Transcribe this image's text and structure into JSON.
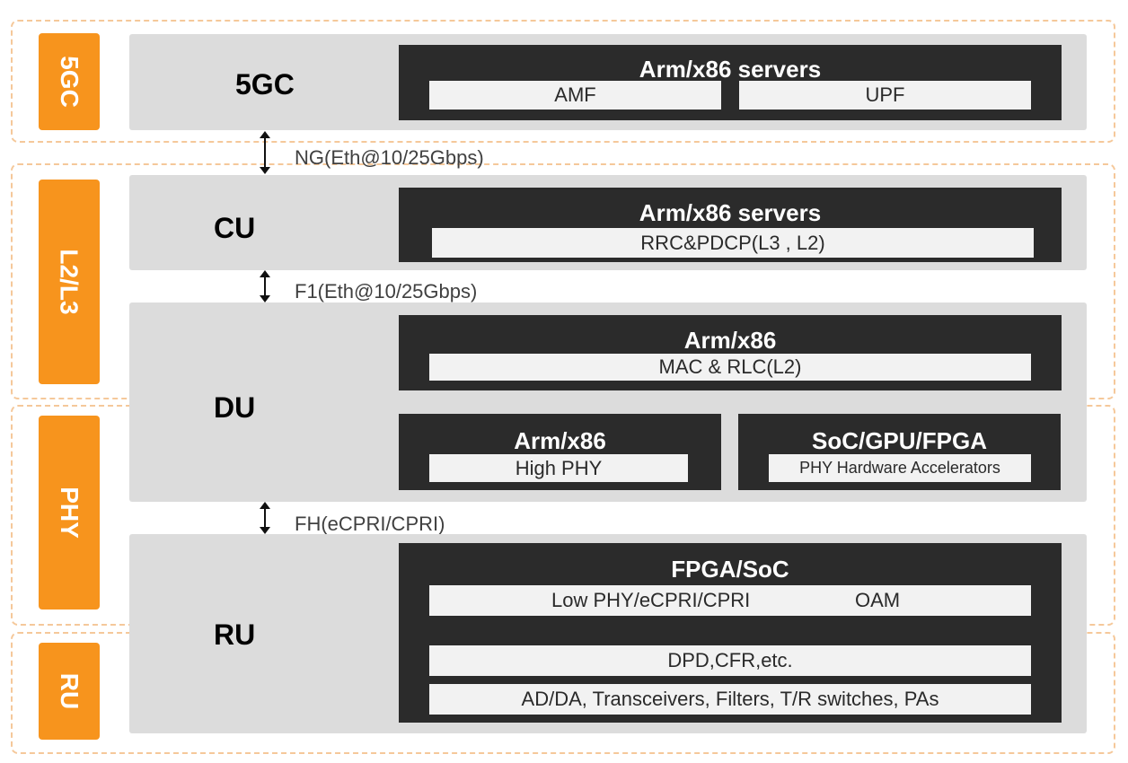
{
  "layers": {
    "fivegc": "5GC",
    "l2l3": "L2/L3",
    "phy": "PHY",
    "ru": "RU"
  },
  "panels": {
    "fivegc": {
      "label": "5GC",
      "block_title": "Arm/x86 servers",
      "items": [
        "AMF",
        "UPF"
      ]
    },
    "cu": {
      "label": "CU",
      "block_title": "Arm/x86 servers",
      "item": "RRC&PDCP(L3 , L2)"
    },
    "du": {
      "label": "DU",
      "top_title": "Arm/x86",
      "top_item": "MAC & RLC(L2)",
      "left_title": "Arm/x86",
      "left_item": "High PHY",
      "right_title": "SoC/GPU/FPGA",
      "right_item": "PHY Hardware Accelerators"
    },
    "ru": {
      "label": "RU",
      "block_title": "FPGA/SoC",
      "item1a": "Low PHY/eCPRI/CPRI",
      "item1b": "OAM",
      "item2": "DPD,CFR,etc.",
      "item3": "AD/DA, Transceivers, Filters, T/R switches, PAs"
    }
  },
  "interfaces": {
    "ng": "NG(Eth@10/25Gbps)",
    "f1": "F1(Eth@10/25Gbps)",
    "fh": "FH(eCPRI/CPRI)"
  },
  "colors": {
    "layer_tag": "#f7941d",
    "dashed_border": "#f5c89a",
    "panel": "#dcdcdc",
    "dark_block": "#2b2b2b",
    "light_box": "#f2f2f2"
  }
}
